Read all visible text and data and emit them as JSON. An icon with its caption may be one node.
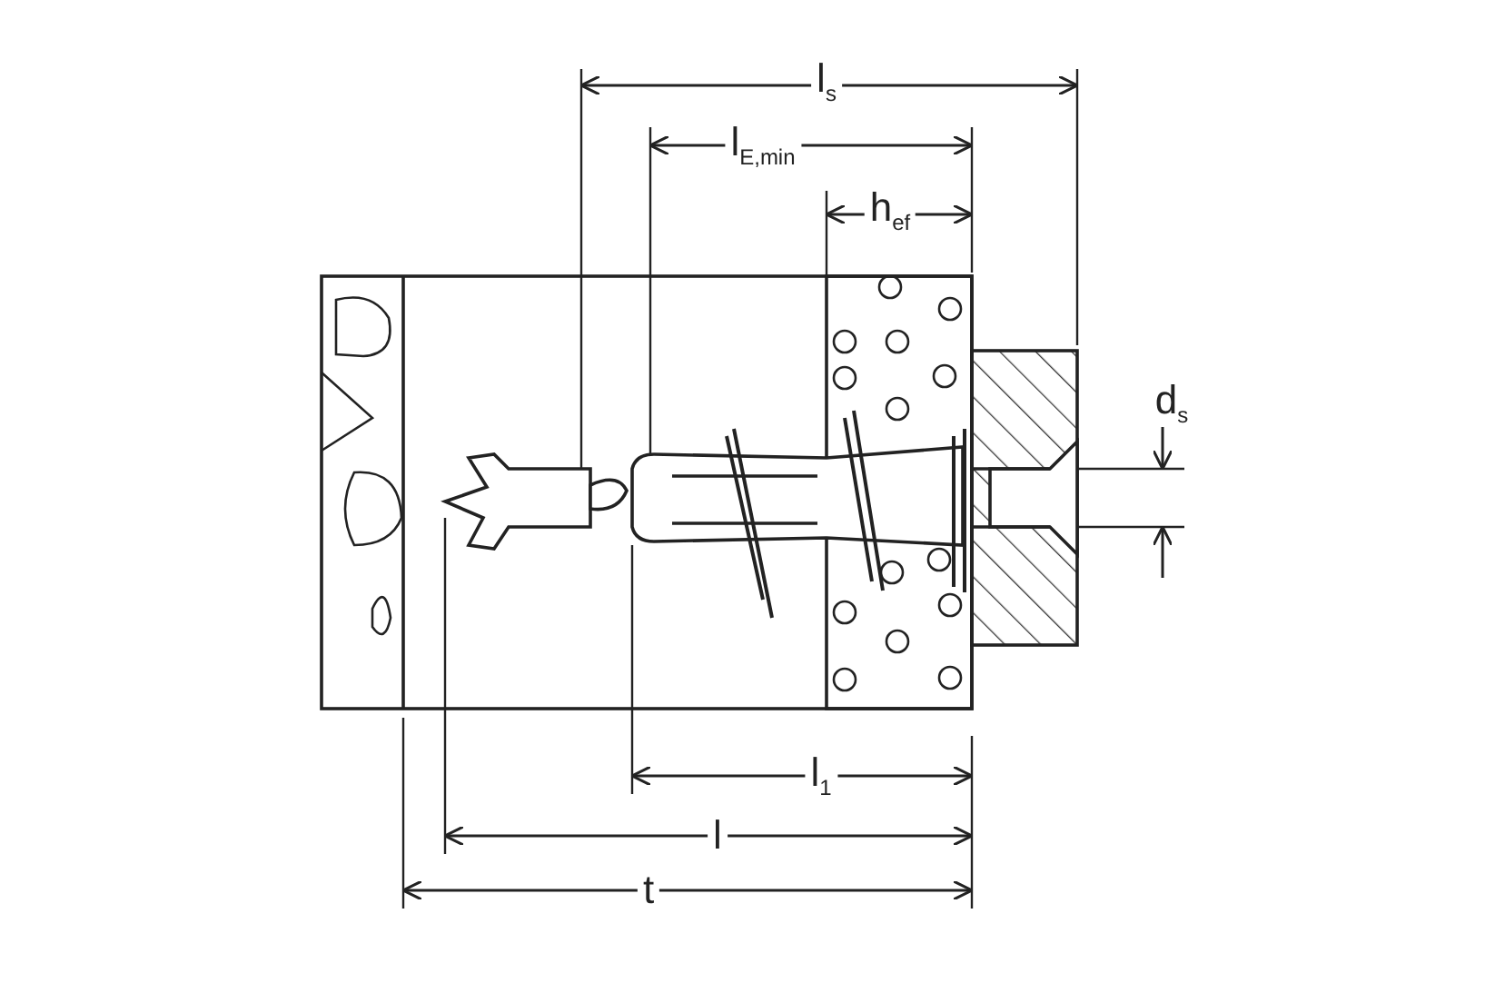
{
  "diagram": {
    "labels": [
      "l$_{s}$",
      "l$_{E,min}$",
      "h$_{ef}$",
      "d$_{s}$",
      "l$_{1}$",
      "l",
      "t"
    ]
  }
}
